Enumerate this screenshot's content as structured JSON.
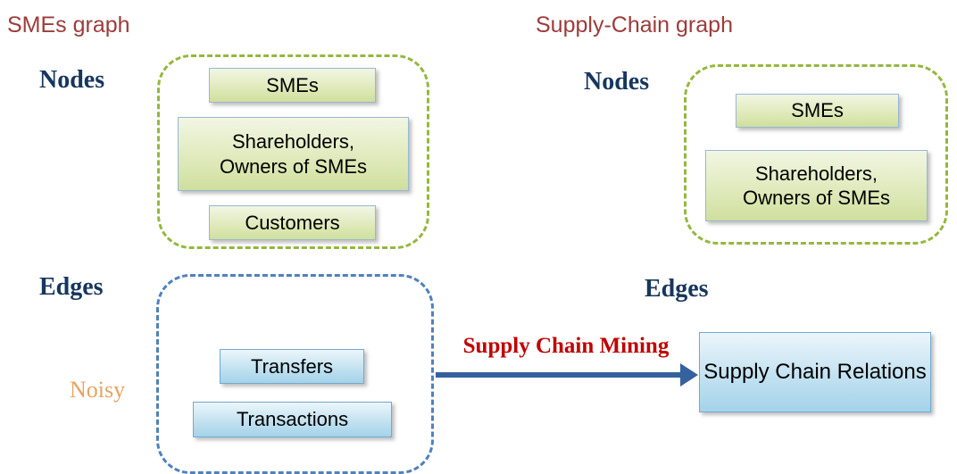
{
  "left_graph": {
    "title": "SMEs graph",
    "nodes_label": "Nodes",
    "node_boxes": [
      "SMEs",
      "Shareholders,\nOwners of SMEs",
      "Customers"
    ],
    "edges_label": "Edges",
    "noisy_label": "Noisy",
    "edge_boxes": [
      "Transfers",
      "Transactions"
    ]
  },
  "right_graph": {
    "title": "Supply-Chain graph",
    "nodes_label": "Nodes",
    "node_boxes": [
      "SMEs",
      "Shareholders,\nOwners of SMEs"
    ],
    "edges_label": "Edges",
    "edge_boxes": [
      "Supply Chain Relations"
    ]
  },
  "process": {
    "arrow_label": "Supply Chain Mining"
  },
  "colors": {
    "title_red": "#9e3b3b",
    "label_navy": "#17365d",
    "noisy_orange": "#e8a35f",
    "mining_red": "#c00000",
    "arrow_blue": "#35629e",
    "green_dash": "#94b83e",
    "blue_dash": "#4f81bd"
  }
}
